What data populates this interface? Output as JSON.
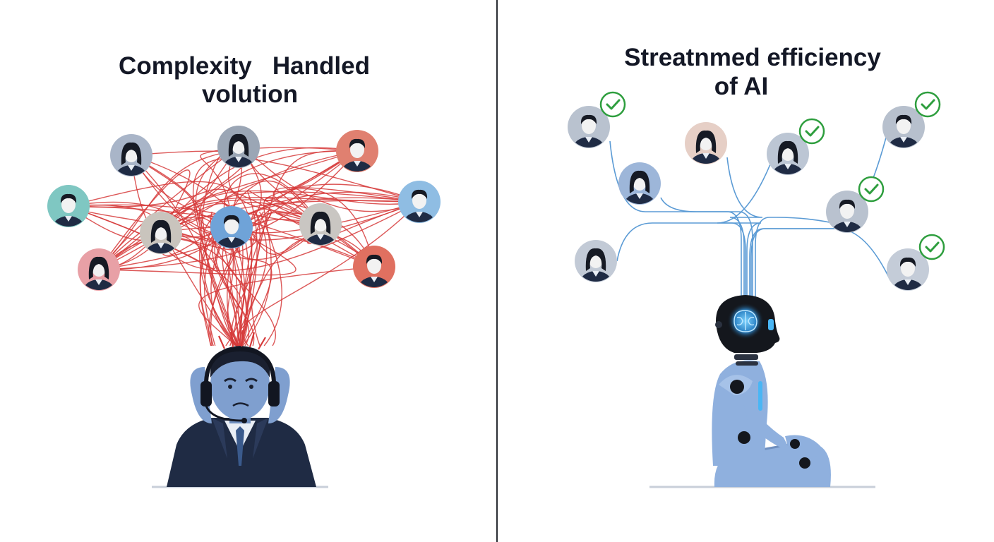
{
  "colors": {
    "background": "#ffffff",
    "divider": "#2a2d33",
    "tangle": "#d63a3a",
    "streamline": "#5b9bd5",
    "check": "#2e9e3e",
    "suit": "#1f2b44",
    "skin_blue": "#7f9fcf",
    "robot_head": "#14171d",
    "robot_glow": "#49b6f5",
    "robot_body": "#8fb0de"
  },
  "left_panel": {
    "title_line1": "Complexity   Handled",
    "title_line2": "volution",
    "avatars": [
      {
        "bg": "#a9b5c8",
        "gender": "f"
      },
      {
        "bg": "#9ba6b5",
        "gender": "f"
      },
      {
        "bg": "#e08070",
        "gender": "m"
      },
      {
        "bg": "#7fc7c2",
        "gender": "m"
      },
      {
        "bg": "#8fbde3",
        "gender": "m"
      },
      {
        "bg": "#c9c4bd",
        "gender": "f"
      },
      {
        "bg": "#6fa3d8",
        "gender": "m"
      },
      {
        "bg": "#c9c6c2",
        "gender": "f"
      },
      {
        "bg": "#e8a0a6",
        "gender": "f"
      },
      {
        "bg": "#e07060",
        "gender": "m"
      }
    ],
    "figure": "stressed-agent-with-headset"
  },
  "right_panel": {
    "title_line1": "Streatnmed efficiency",
    "title_line2": "of AI",
    "avatars": [
      {
        "bg": "#b9c2cf",
        "gender": "m",
        "check": true
      },
      {
        "bg": "#e6cfc6",
        "gender": "f",
        "check": false
      },
      {
        "bg": "#bcc6d4",
        "gender": "f",
        "check": true
      },
      {
        "bg": "#b7c0cd",
        "gender": "m",
        "check": true
      },
      {
        "bg": "#9db6d9",
        "gender": "f",
        "check": false
      },
      {
        "bg": "#b9c2cf",
        "gender": "m",
        "check": true
      },
      {
        "bg": "#c2cad6",
        "gender": "f",
        "check": false
      },
      {
        "bg": "#c4ccd8",
        "gender": "m",
        "check": true
      }
    ],
    "figure": "meditating-ai-robot"
  }
}
